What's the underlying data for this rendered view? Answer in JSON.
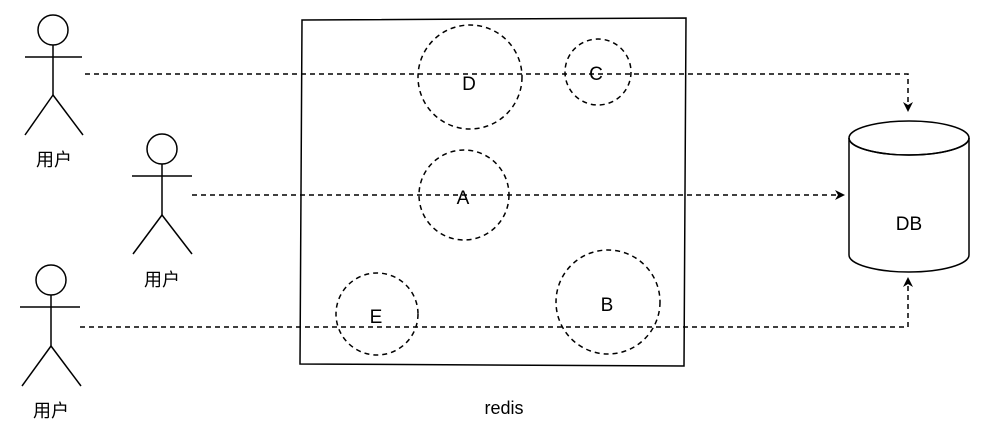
{
  "users": [
    {
      "label": "用户"
    },
    {
      "label": "用户"
    },
    {
      "label": "用户"
    }
  ],
  "redis": {
    "label": "redis",
    "keys": [
      {
        "label": "D"
      },
      {
        "label": "C"
      },
      {
        "label": "A"
      },
      {
        "label": "E"
      },
      {
        "label": "B"
      }
    ]
  },
  "db": {
    "label": "DB"
  },
  "colors": {
    "stroke": "#000000",
    "background": "#ffffff"
  }
}
